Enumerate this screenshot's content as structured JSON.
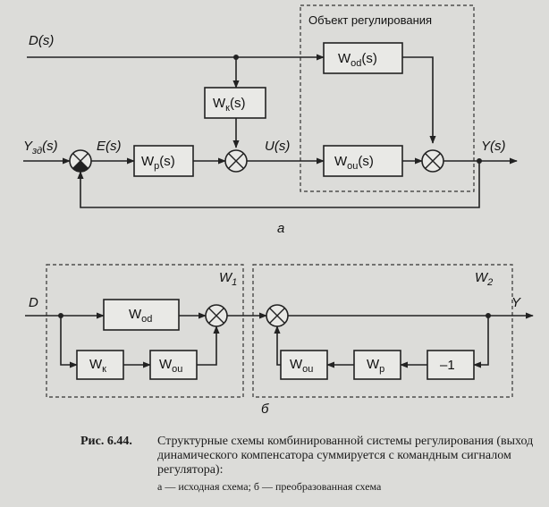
{
  "diagram_a": {
    "object_label": "Объект регулирования",
    "input_disturbance": "D(s)",
    "setpoint": "Y",
    "setpoint_sub": "зд",
    "setpoint_arg": "(s)",
    "error": "E(s)",
    "control": "U(s)",
    "output": "Y(s)",
    "blocks": {
      "wod": {
        "main": "W",
        "sub": "od",
        "arg": "(s)"
      },
      "wk": {
        "main": "W",
        "sub": "к",
        "arg": "(s)"
      },
      "wp": {
        "main": "W",
        "sub": "p",
        "arg": "(s)"
      },
      "wou": {
        "main": "W",
        "sub": "ou",
        "arg": "(s)"
      }
    },
    "sublabel": "а"
  },
  "diagram_b": {
    "input": "D",
    "output": "Y",
    "group1": {
      "main": "W",
      "sub": "1"
    },
    "group2": {
      "main": "W",
      "sub": "2"
    },
    "blocks": {
      "wod": {
        "main": "W",
        "sub": "od"
      },
      "wk": {
        "main": "W",
        "sub": "к"
      },
      "wou1": {
        "main": "W",
        "sub": "ou"
      },
      "wou2": {
        "main": "W",
        "sub": "ou"
      },
      "wp": {
        "main": "W",
        "sub": "p"
      },
      "neg": "–1"
    },
    "sublabel": "б"
  },
  "caption": {
    "label": "Рис. 6.44.",
    "text": "Структурные схемы комбинированной системы регулирования (выход динамического компенсатора суммируется с командным сигналом регулятора):",
    "subtext": "а — исходная схема; б — преобразованная схема"
  }
}
